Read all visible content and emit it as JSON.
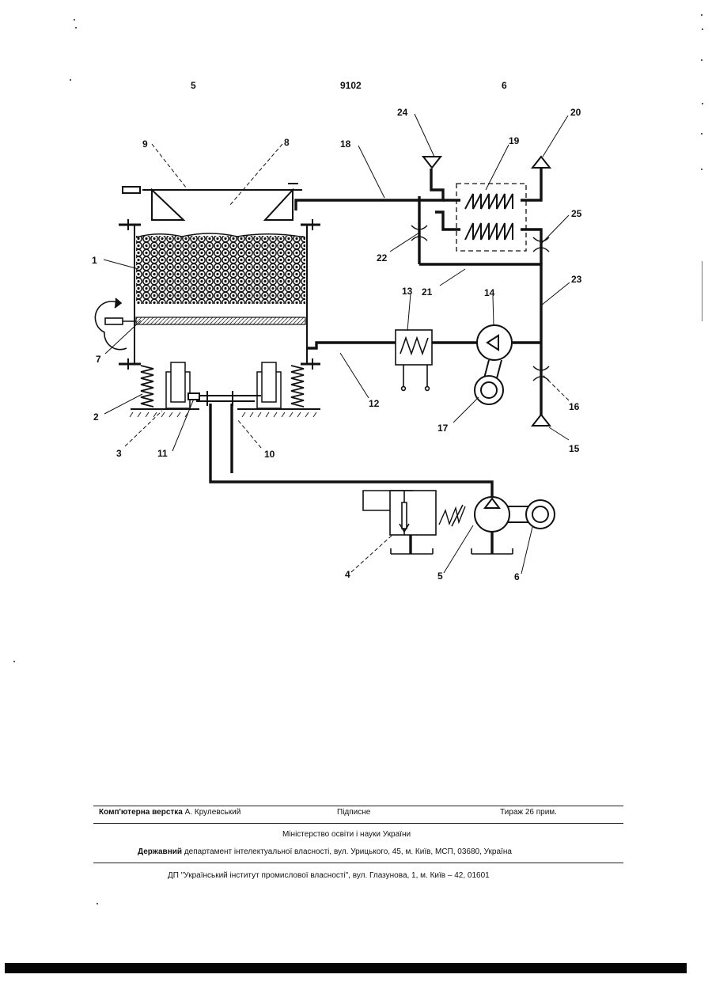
{
  "header": {
    "left_page": "5",
    "patent_number": "9102",
    "right_page": "6"
  },
  "diagram": {
    "labels": [
      "1",
      "2",
      "3",
      "4",
      "5",
      "6",
      "7",
      "8",
      "9",
      "10",
      "11",
      "12",
      "13",
      "14",
      "15",
      "16",
      "17",
      "18",
      "19",
      "20",
      "21",
      "22",
      "23",
      "24",
      "25"
    ]
  },
  "footer": {
    "layout_credit_bold": "Комп'ютерна верстка",
    "layout_credit_name": "А. Крулевський",
    "subscription": "Підписне",
    "circulation": "Тираж 26 прим.",
    "ministry": "Міністерство освіти і науки України",
    "department_bold": "Державний",
    "department_rest": "департамент інтелектуальної власності, вул. Урицького, 45, м. Київ, МСП, 03680, Україна",
    "institute": "ДП \"Український інститут промислової власності\", вул. Глазунова, 1, м. Київ – 42, 01601"
  }
}
